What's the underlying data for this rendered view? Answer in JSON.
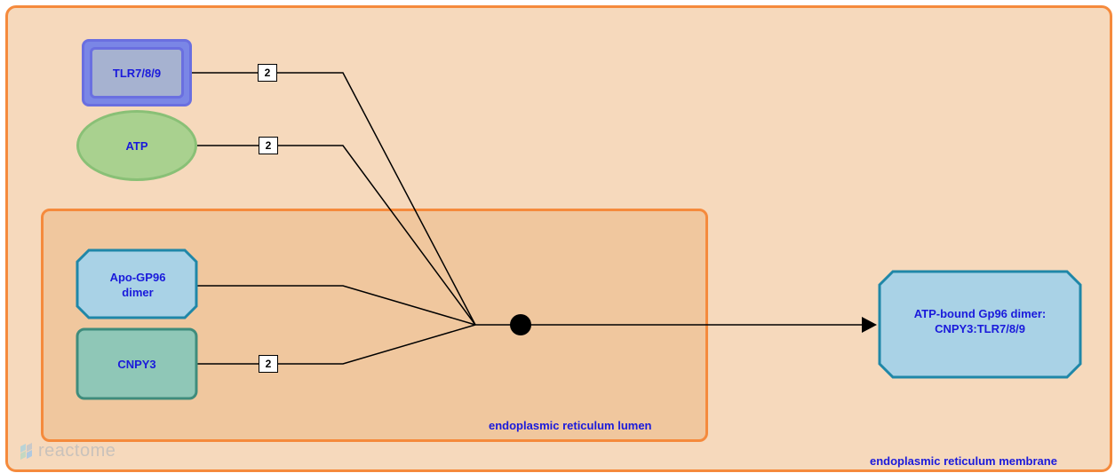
{
  "compartments": {
    "membrane": "endoplasmic reticulum membrane",
    "lumen": "endoplasmic reticulum lumen"
  },
  "nodes": {
    "tlr": "TLR7/8/9",
    "atp": "ATP",
    "apo_gp96": "Apo-GP96 dimer",
    "cnpy3": "CNPY3",
    "product": "ATP-bound Gp96 dimer: CNPY3:TLR7/8/9"
  },
  "stoichiometry": {
    "tlr": "2",
    "atp": "2",
    "cnpy3": "2"
  },
  "logo": {
    "text": "reactome"
  },
  "colors": {
    "compartment_border": "#f58a3c",
    "membrane_fill": "#f6d9bc",
    "lumen_fill": "#f0c79e",
    "label_text": "#1a1adb",
    "complex_fill": "#a6b2d0",
    "complex_border": "#6a6fe0",
    "small_molecule_fill": "#a9d18f",
    "protein_fill": "#a9d2e6",
    "protein_border": "#1f87a8",
    "entity_set_fill": "#8fc7b7",
    "entity_set_border": "#3f8c7c"
  }
}
